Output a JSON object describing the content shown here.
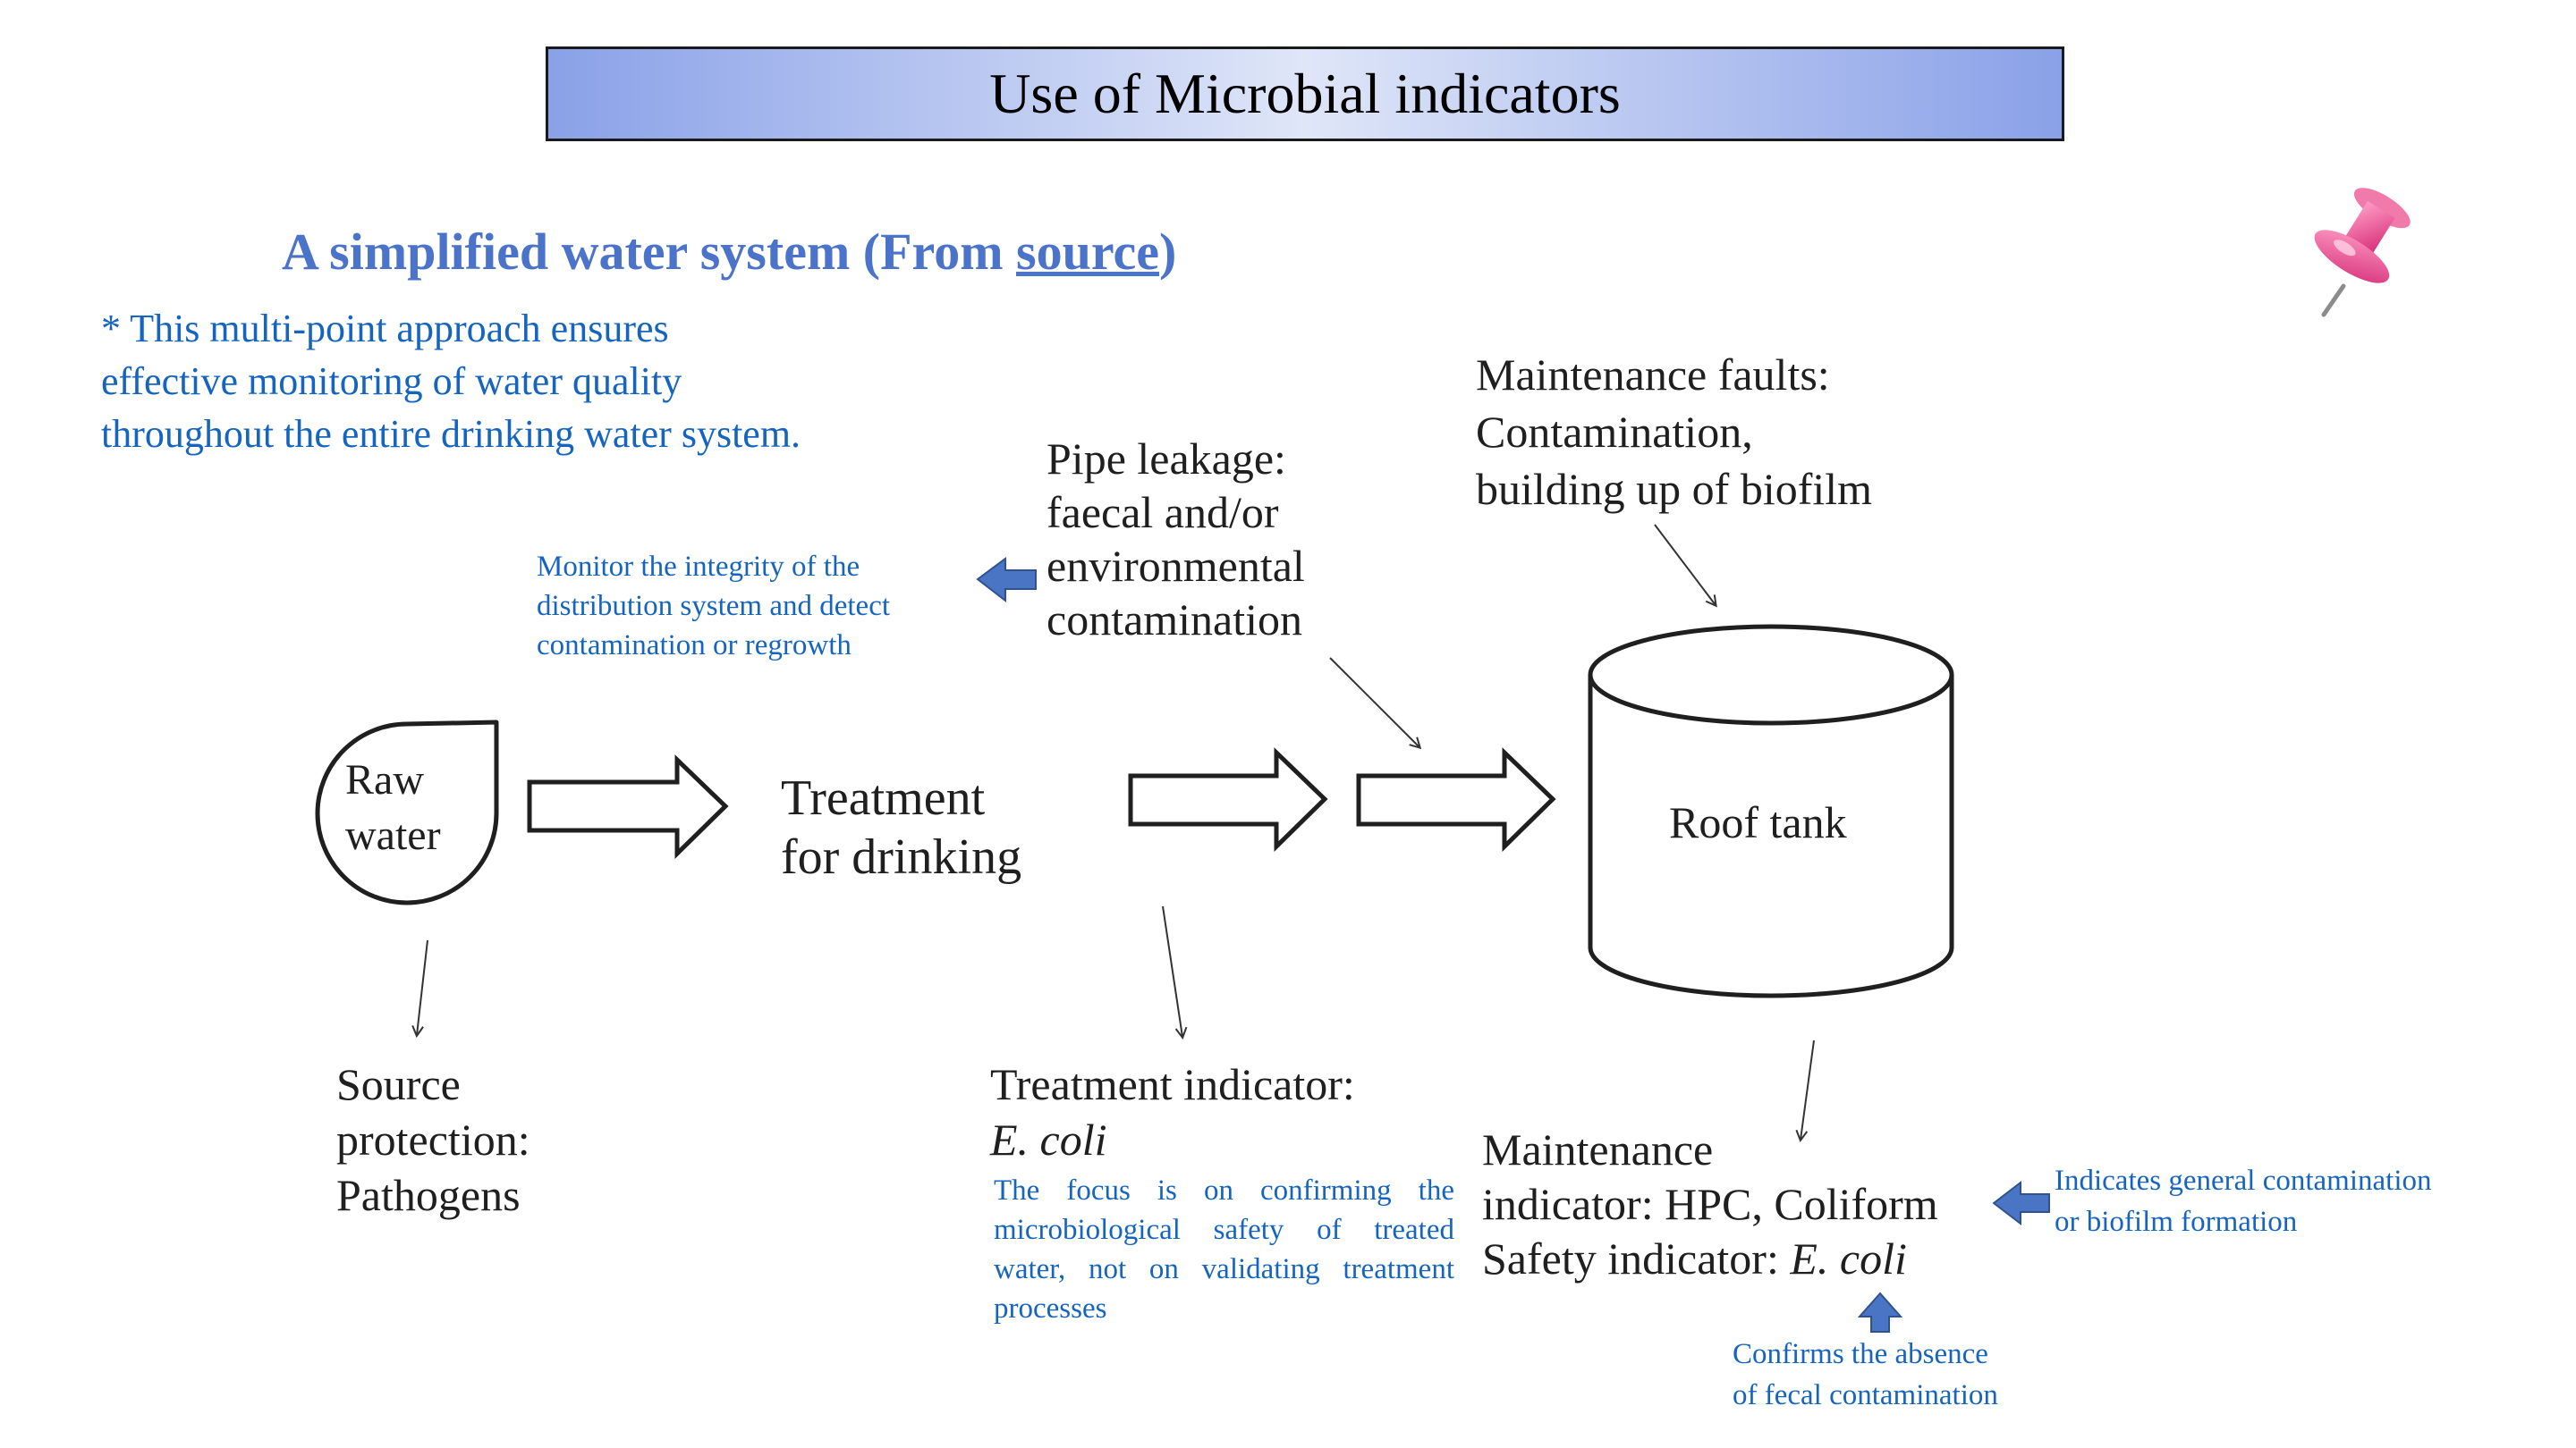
{
  "title": "Use of Microbial indicators",
  "subtitle": {
    "prefix": "A simplified water system (From ",
    "link": "source",
    "suffix": ")"
  },
  "intro_note": [
    "* This multi-point approach ensures",
    "effective monitoring of water quality",
    "throughout the entire drinking water system."
  ],
  "monitor_note": [
    "Monitor the integrity of the",
    "distribution system and detect",
    "contamination or regrowth"
  ],
  "pipe_leakage": [
    "Pipe leakage:",
    "faecal and/or",
    "environmental",
    "contamination"
  ],
  "maintenance_faults": [
    "Maintenance faults:",
    "Contamination,",
    "building up of biofilm"
  ],
  "raw_water": [
    "Raw",
    "water"
  ],
  "treatment": [
    "Treatment",
    "for drinking"
  ],
  "roof_tank": "Roof tank",
  "source_protection": [
    "Source",
    "protection:",
    "Pathogens"
  ],
  "treatment_indicator": {
    "line1": "Treatment indicator:",
    "line2": "E. coli"
  },
  "treatment_note": "The focus is on confirming the microbiological safety of treated water, not on validating treatment processes",
  "maintenance_indicator": {
    "line1": "Maintenance",
    "line2": "indicator: HPC, Coliform",
    "line3_prefix": "Safety indicator: ",
    "line3_italic": "E. coli"
  },
  "general_note": [
    "Indicates general contamination",
    "or biofilm formation"
  ],
  "confirms_note": [
    "Confirms the absence",
    "of fecal contamination"
  ],
  "icons": {
    "pushpin": "pushpin-icon",
    "callout_arrow": "blue-block-arrow-icon"
  },
  "colors": {
    "banner": "#8aa1e8",
    "heading_blue": "#4a73c9",
    "note_blue": "#1565c0",
    "block_arrow": "#4a74c4",
    "pin": "#e8468a"
  }
}
